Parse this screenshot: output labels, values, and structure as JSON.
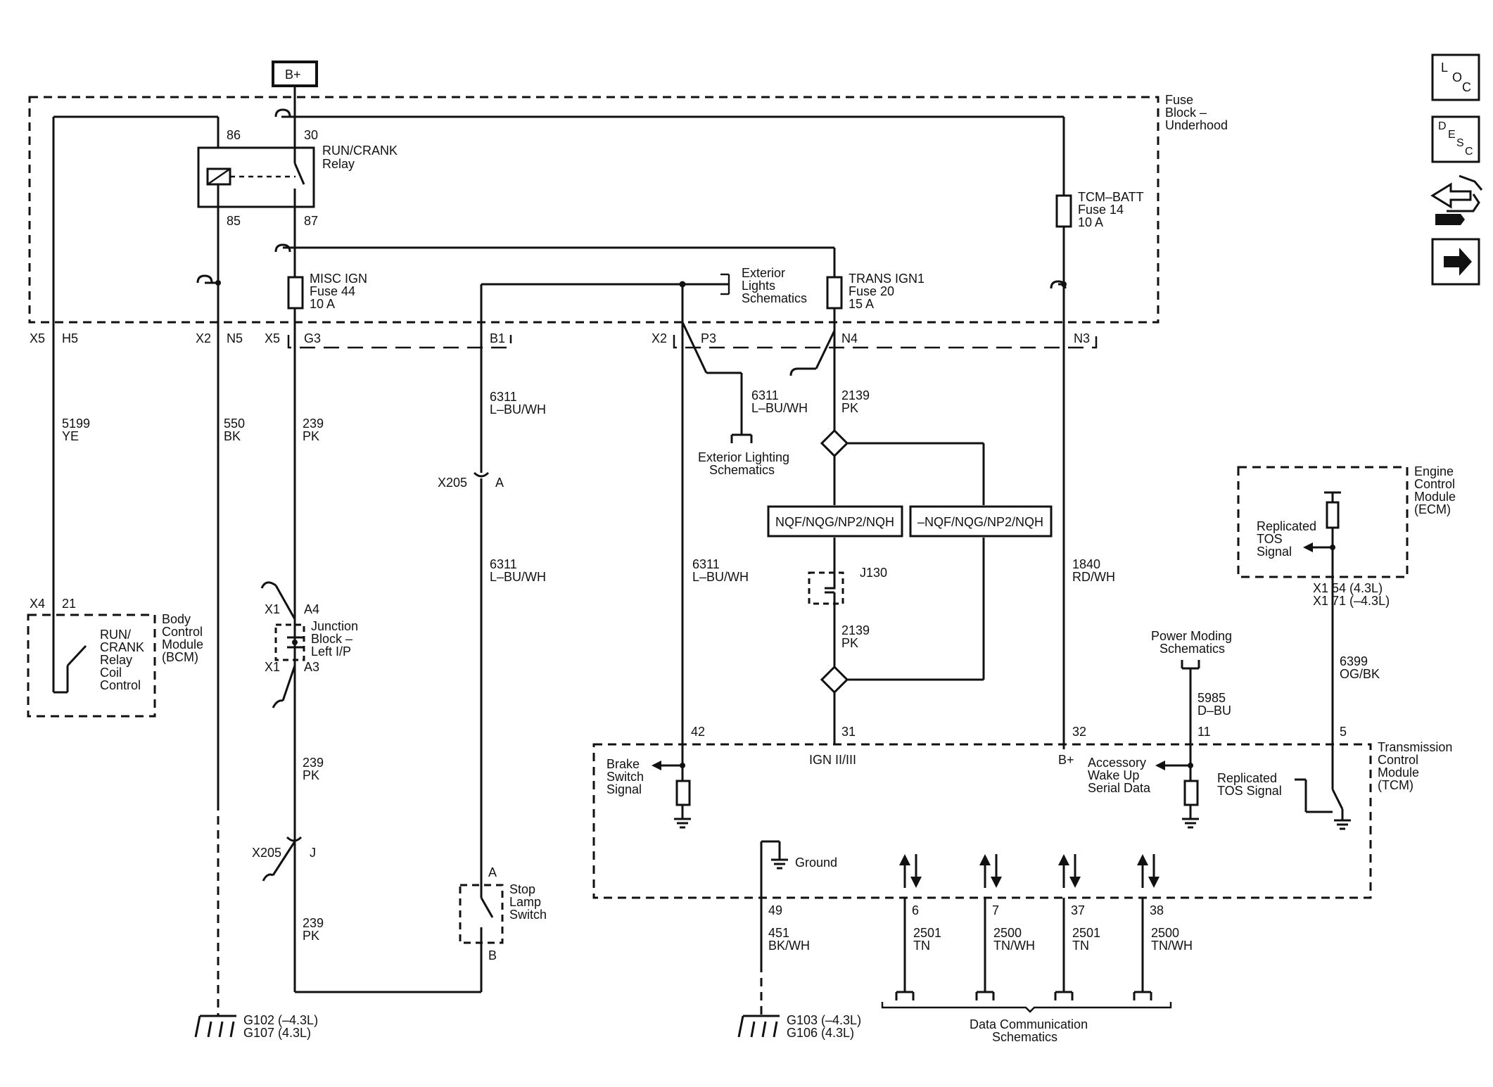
{
  "power_source": "B+",
  "fuse_block": {
    "title_lines": [
      "Fuse",
      "Block –",
      "Underhood"
    ]
  },
  "relay": {
    "name_lines": [
      "RUN/CRANK",
      "Relay"
    ],
    "pin_86": "86",
    "pin_30": "30",
    "pin_85": "85",
    "pin_87": "87"
  },
  "fuses": {
    "misc_ign": [
      "MISC IGN",
      "Fuse 44",
      "10 A"
    ],
    "trans_ign1": [
      "TRANS IGN1",
      "Fuse 20",
      "15 A"
    ],
    "tcm_batt": [
      "TCM–BATT",
      "Fuse 14",
      "10 A"
    ]
  },
  "connector_labels": {
    "x5_left": "X5",
    "h5": "H5",
    "x2_left": "X2",
    "n5": "N5",
    "x5_mid": "X5",
    "g3": "G3",
    "b1": "B1",
    "x2_mid": "X2",
    "p3": "P3",
    "n4": "N4",
    "n3": "N3"
  },
  "exterior_lights_ref": [
    "Exterior",
    "Lights",
    "Schematics"
  ],
  "exterior_lighting_ref": [
    "Exterior Lighting",
    "Schematics"
  ],
  "wires": {
    "w5199": [
      "5199",
      "YE"
    ],
    "w550": [
      "550",
      "BK"
    ],
    "w239_top": [
      "239",
      "PK"
    ],
    "w239_mid": [
      "239",
      "PK"
    ],
    "w239_bot": [
      "239",
      "PK"
    ],
    "w6311_a": [
      "6311",
      "L–BU/WH"
    ],
    "w6311_b": [
      "6311",
      "L–BU/WH"
    ],
    "w6311_c": [
      "6311",
      "L–BU/WH"
    ],
    "w6311_d": [
      "6311",
      "L–BU/WH"
    ],
    "w2139_top": [
      "2139",
      "PK"
    ],
    "w2139_bot": [
      "2139",
      "PK"
    ],
    "w1840": [
      "1840",
      "RD/WH"
    ],
    "w5985": [
      "5985",
      "D–BU"
    ],
    "w6399": [
      "6399",
      "OG/BK"
    ],
    "w451": [
      "451",
      "BK/WH"
    ],
    "w2501_a": [
      "2501",
      "TN"
    ],
    "w2500_a": [
      "2500",
      "TN/WH"
    ],
    "w2501_b": [
      "2501",
      "TN"
    ],
    "w2500_b": [
      "2500",
      "TN/WH"
    ]
  },
  "x205": {
    "top_label": "X205",
    "top_pin": "A",
    "bot_label": "X205",
    "bot_pin": "J"
  },
  "option_boxes": [
    "NQF/NQG/NP2/NQH",
    "–NQF/NQG/NP2/NQH"
  ],
  "splice": "J130",
  "junction_block": {
    "name_lines": [
      "Junction",
      "Block –",
      "Left I/P"
    ],
    "x1_a4": "X1",
    "a4": "A4",
    "x1_a3": "X1",
    "a3": "A3"
  },
  "bcm": {
    "connector": "X4",
    "pin": "21",
    "name_lines": [
      "Body",
      "Control",
      "Module",
      "(BCM)"
    ],
    "inner_lines": [
      "RUN/",
      "CRANK",
      "Relay",
      "Coil",
      "Control"
    ]
  },
  "stop_lamp": {
    "name_lines": [
      "Stop",
      "Lamp",
      "Switch"
    ],
    "pin_a": "A",
    "pin_b": "B"
  },
  "grounds": {
    "left": [
      "G102 (–4.3L)",
      "G107 (4.3L)"
    ],
    "mid": [
      "G103 (–4.3L)",
      "G106 (4.3L)"
    ]
  },
  "ecm": {
    "name_lines": [
      "Engine",
      "Control",
      "Module",
      "(ECM)"
    ],
    "signal_lines": [
      "Replicated",
      "TOS",
      "Signal"
    ],
    "pins": [
      "X1  54 (4.3L)",
      "X1  71 (–4.3L)"
    ]
  },
  "power_moding_ref": [
    "Power Moding",
    "Schematics"
  ],
  "tcm": {
    "name_lines": [
      "Transmission",
      "Control",
      "Module",
      "(TCM)"
    ],
    "pins": {
      "p42": "42",
      "p31": "31",
      "p32": "32",
      "p11": "11",
      "p5": "5",
      "p49": "49",
      "p6": "6",
      "p7": "7",
      "p37": "37",
      "p38": "38"
    },
    "brake_lines": [
      "Brake",
      "Switch",
      "Signal"
    ],
    "ign_label": "IGN II/III",
    "bplus_label": "B+",
    "accessory_lines": [
      "Accessory",
      "Wake Up",
      "Serial Data"
    ],
    "tos_lines": [
      "Replicated",
      "TOS Signal"
    ],
    "ground_label": "Ground"
  },
  "data_comm_ref": [
    "Data Communication",
    "Schematics"
  ],
  "side_nav": {
    "loc": [
      "L",
      "O",
      "C"
    ],
    "desc": [
      "D",
      "E",
      "S",
      "C"
    ]
  }
}
